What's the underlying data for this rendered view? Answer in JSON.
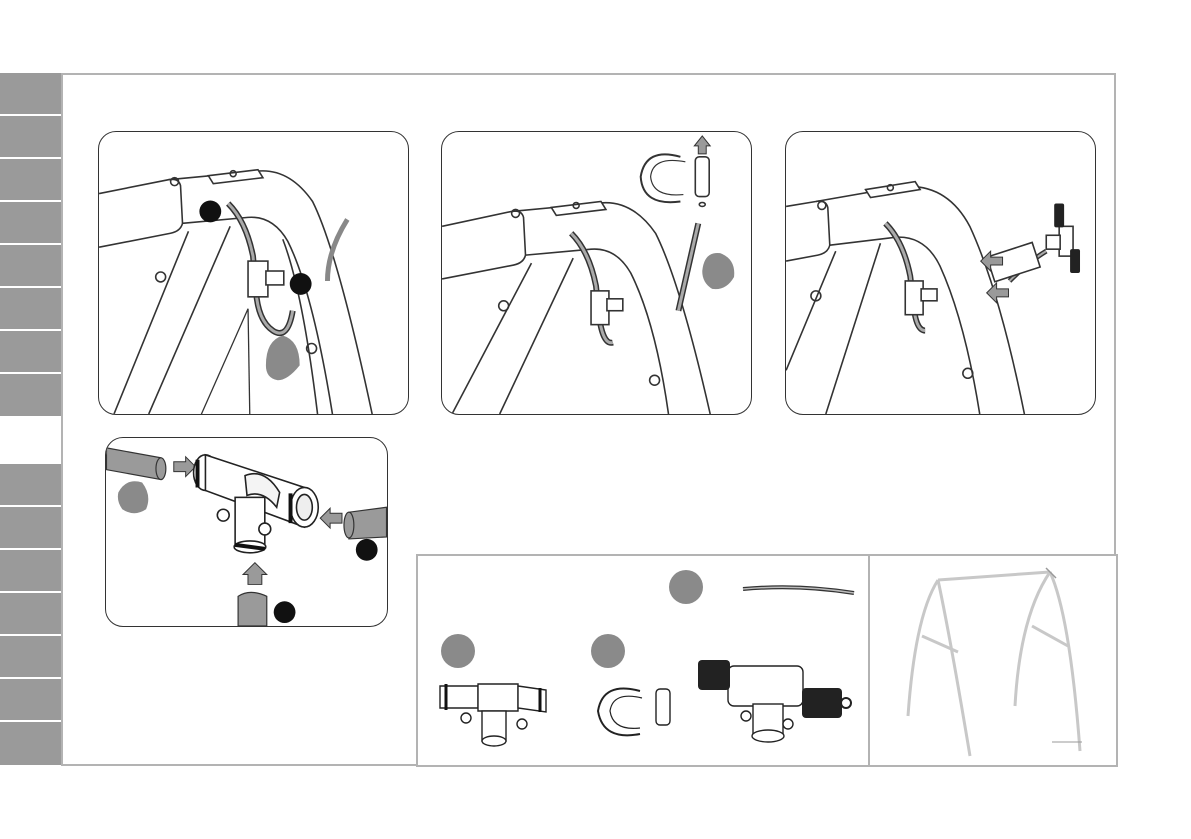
{
  "document": {
    "type": "assembly-instructions",
    "steps": [
      {
        "id": "step-1",
        "callouts": [
          "dark-badge-a",
          "dark-badge-b",
          "grey-badge-tube"
        ]
      },
      {
        "id": "step-2",
        "callouts": [
          "grey-badge-tube"
        ]
      },
      {
        "id": "step-3",
        "callouts": []
      }
    ],
    "detail": {
      "callouts": [
        "grey-badge-tube",
        "dark-badge-right",
        "dark-badge-bottom"
      ]
    },
    "parts": [
      "tube",
      "t-connector",
      "clip",
      "nozzle-connector"
    ],
    "overview": "swing-frame"
  },
  "colors": {
    "tab_grey": "#9a9a9a",
    "frame_border": "#b3b3b3",
    "badge_dark": "#111111",
    "badge_grey": "#8a8a8a",
    "line": "#333333",
    "frame_overview": "#c8c8c8"
  },
  "icons": [
    "arrow-up-icon",
    "arrow-right-icon",
    "arrow-left-icon"
  ]
}
